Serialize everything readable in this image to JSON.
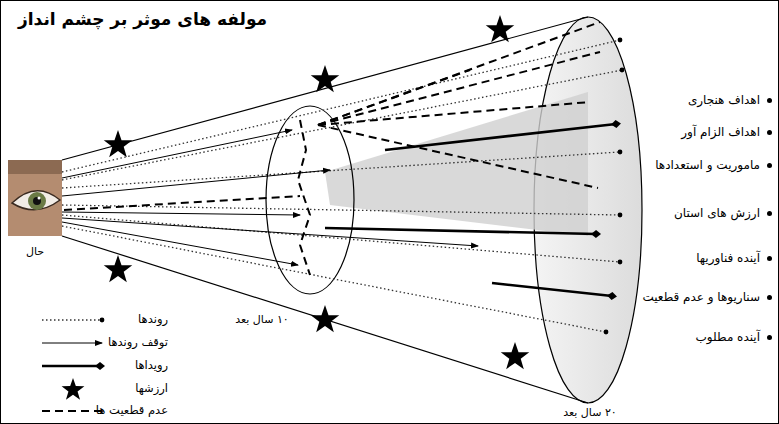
{
  "diagram": {
    "title": "مولفه های موثر بر چشم انداز",
    "labels": [
      "حال",
      "۱۰ سال بعد",
      "۲۰ سال بعد",
      "اهداف هنجاری",
      "اهداف الزام آور",
      "ماموریت و استعدادها",
      "ارزش های استان",
      "آینده فناوریها",
      "سناریوها و عدم قطعیت",
      "آینده مطلوب"
    ],
    "legend": [
      {
        "text": "روندها"
      },
      {
        "text": "توقف روندها"
      },
      {
        "text": "رویداها"
      },
      {
        "text": "ارزشها"
      },
      {
        "text": "عدم قطعیت ها"
      }
    ]
  }
}
